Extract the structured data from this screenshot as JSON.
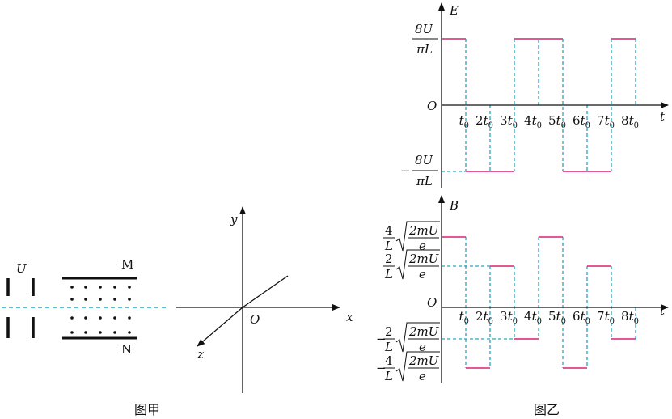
{
  "figure_a": {
    "caption": "图甲",
    "voltage_label": "U",
    "plate_top_label": "M",
    "plate_bottom_label": "N",
    "axes": {
      "x": "x",
      "y": "y",
      "z": "z",
      "origin": "O"
    }
  },
  "figure_b": {
    "caption": "图乙",
    "colors": {
      "signal": "#e0408a",
      "guide": "#27a6c4",
      "axis": "#111111"
    },
    "time_axis": {
      "label": "t",
      "unit_symbol": "t",
      "unit_subscript": "0",
      "ticks": [
        {
          "coef": "",
          "value": 1
        },
        {
          "coef": "2",
          "value": 2
        },
        {
          "coef": "3",
          "value": 3
        },
        {
          "coef": "4",
          "value": 4
        },
        {
          "coef": "5",
          "value": 5
        },
        {
          "coef": "6",
          "value": 6
        },
        {
          "coef": "7",
          "value": 7
        },
        {
          "coef": "8",
          "value": 8
        }
      ]
    },
    "e_plot": {
      "y_label": "E",
      "origin": "O",
      "levels": {
        "pos": {
          "sign": "",
          "num": "8U",
          "den": "πL"
        },
        "neg": {
          "sign": "−",
          "num": "8U",
          "den": "πL"
        }
      },
      "segments": [
        {
          "t0": 0,
          "t1": 1,
          "level": 1
        },
        {
          "t0": 1,
          "t1": 3,
          "level": -1
        },
        {
          "t0": 3,
          "t1": 5,
          "level": 1
        },
        {
          "t0": 5,
          "t1": 7,
          "level": -1
        },
        {
          "t0": 7,
          "t1": 8,
          "level": 1
        }
      ]
    },
    "b_plot": {
      "y_label": "B",
      "origin": "O",
      "levels": {
        "pos2": {
          "sign": "",
          "coef": "4",
          "den": "L",
          "radicand_num": "2mU",
          "radicand_den": "e"
        },
        "pos1": {
          "sign": "",
          "coef": "2",
          "den": "L",
          "radicand_num": "2mU",
          "radicand_den": "e"
        },
        "neg1": {
          "sign": "−",
          "coef": "2",
          "den": "L",
          "radicand_num": "2mU",
          "radicand_den": "e"
        },
        "neg2": {
          "sign": "−",
          "coef": "4",
          "den": "L",
          "radicand_num": "2mU",
          "radicand_den": "e"
        }
      },
      "segments": [
        {
          "t0": 0,
          "t1": 1,
          "level": 4
        },
        {
          "t0": 1,
          "t1": 2,
          "level": -4
        },
        {
          "t0": 2,
          "t1": 3,
          "level": 2
        },
        {
          "t0": 3,
          "t1": 4,
          "level": -2
        },
        {
          "t0": 4,
          "t1": 5,
          "level": 4
        },
        {
          "t0": 5,
          "t1": 6,
          "level": -4
        },
        {
          "t0": 6,
          "t1": 7,
          "level": 2
        },
        {
          "t0": 7,
          "t1": 8,
          "level": -2
        }
      ]
    }
  }
}
